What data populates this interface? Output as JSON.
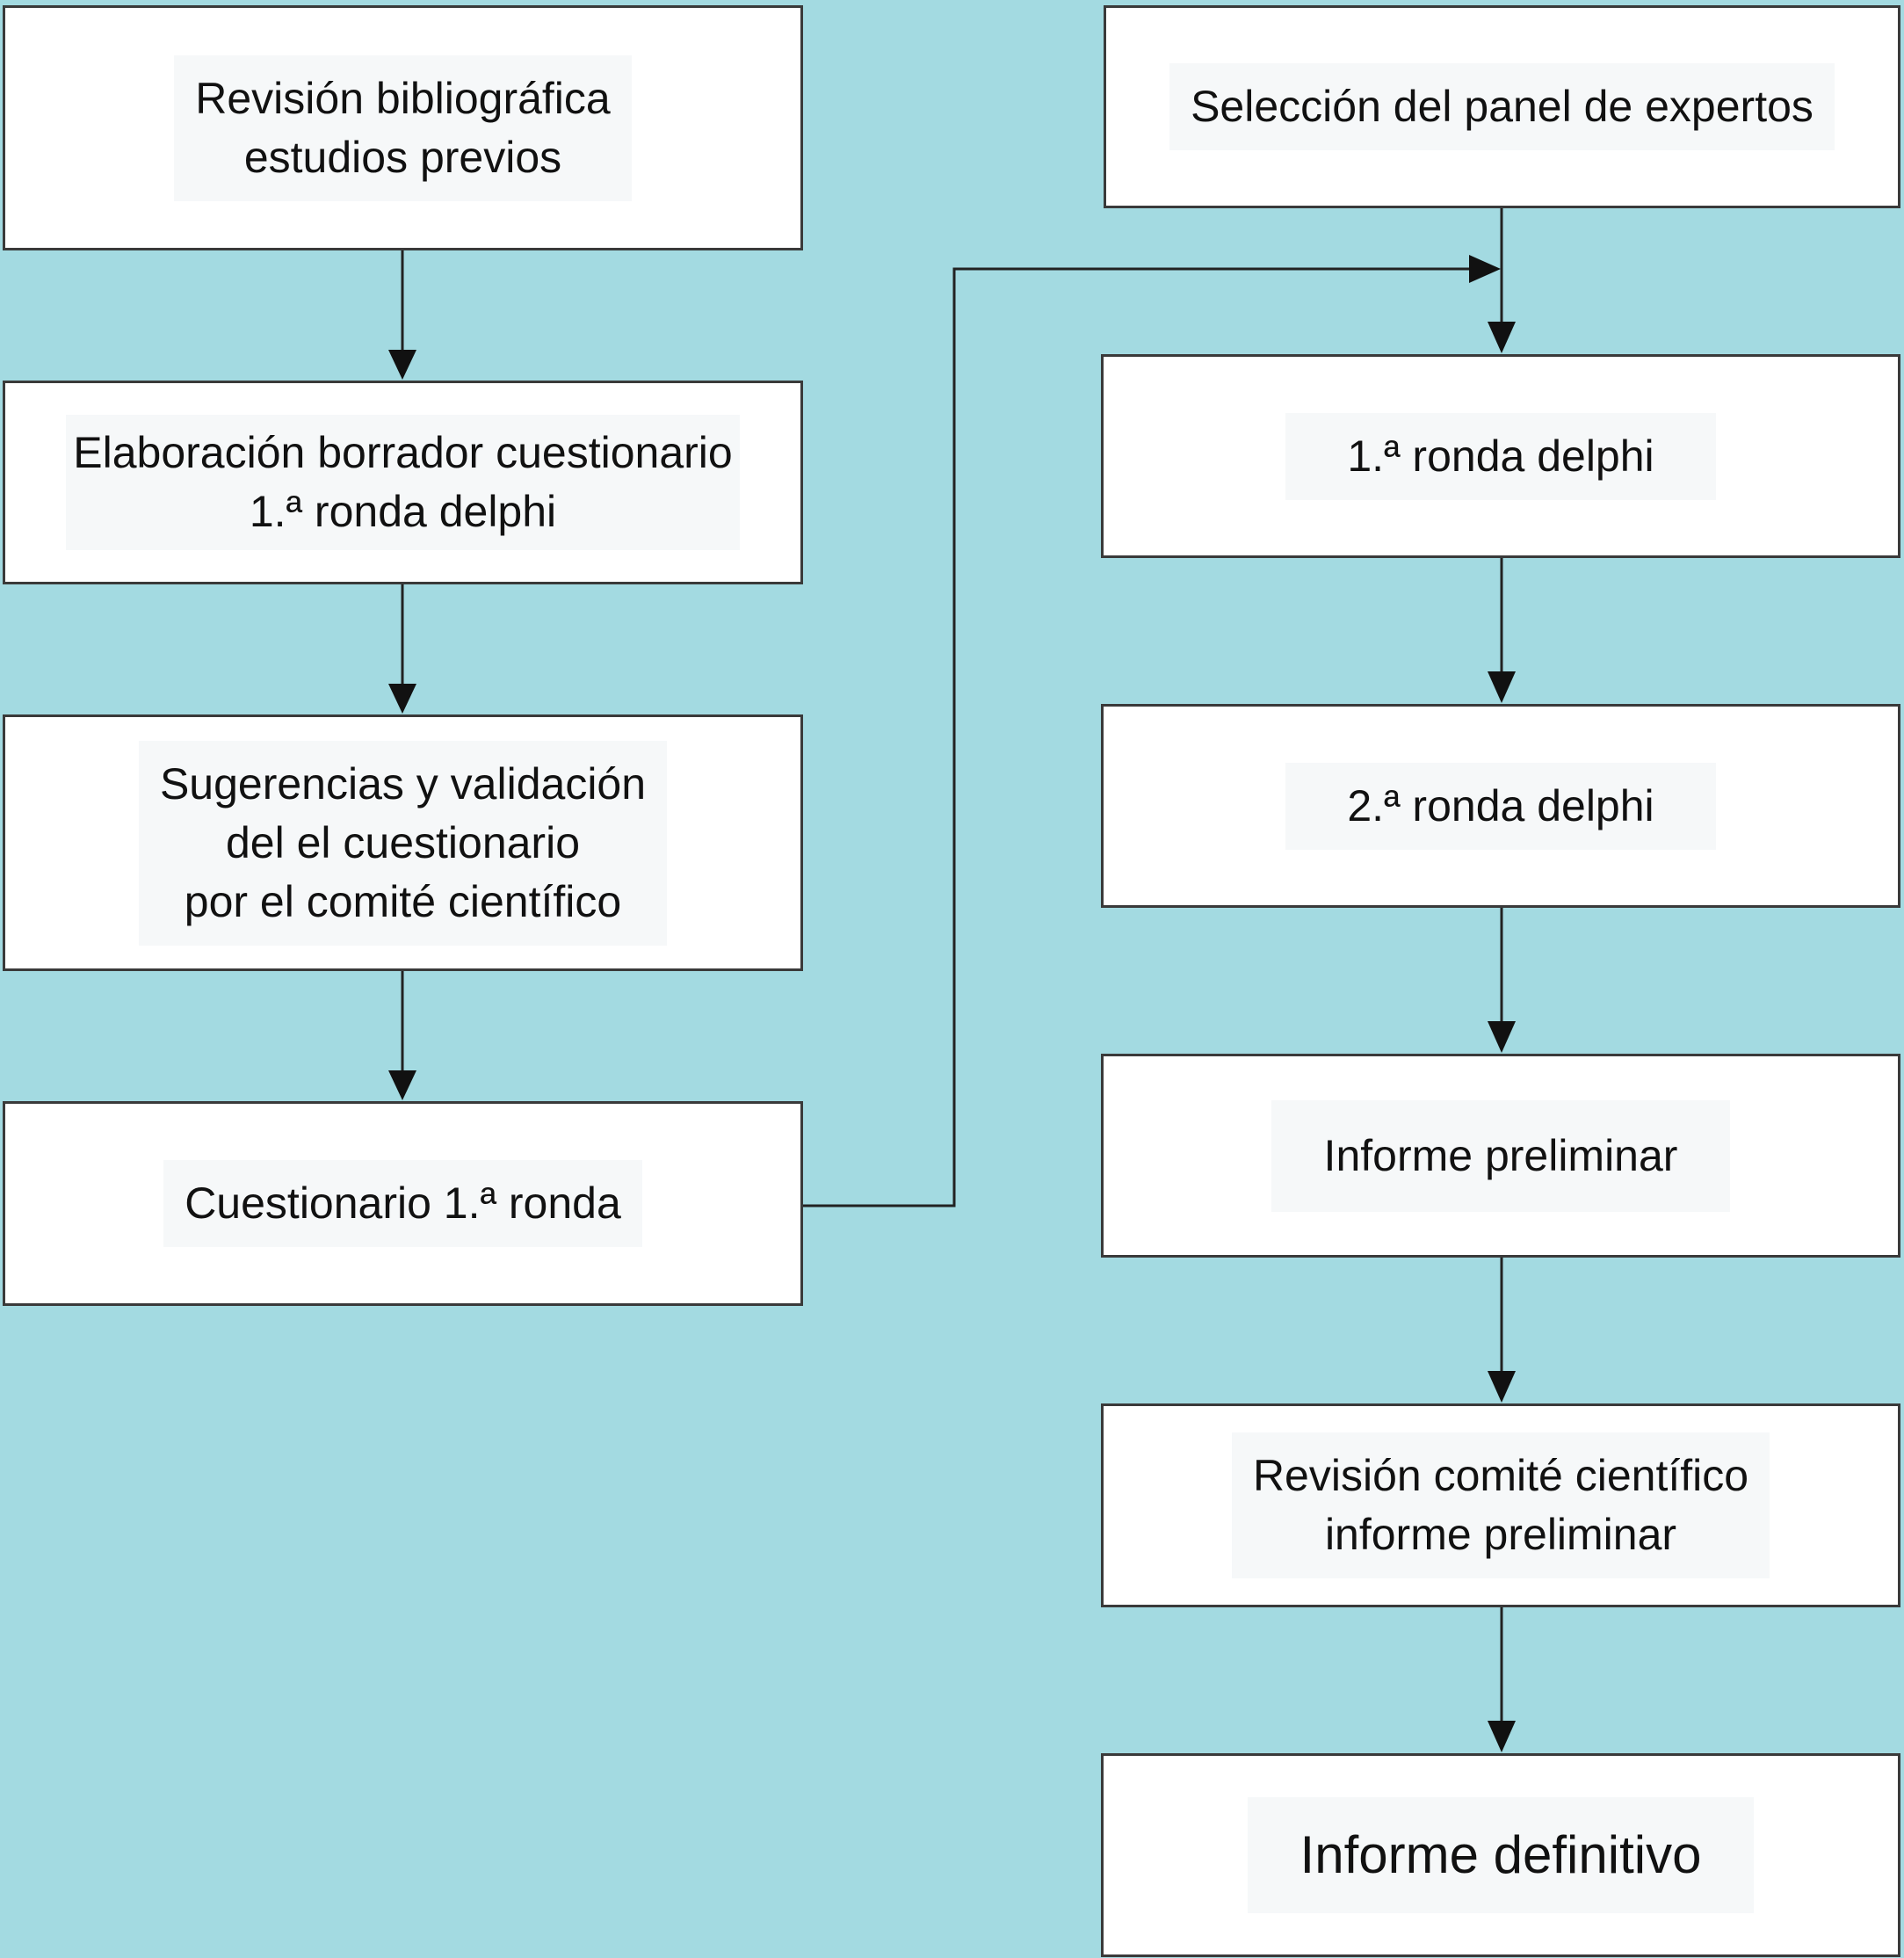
{
  "diagram": {
    "nodes": [
      {
        "id": "revision-bibliografica",
        "lines": [
          "Revisión bibliográfica",
          "estudios previos"
        ]
      },
      {
        "id": "elaboracion-borrador",
        "lines": [
          "Elaboración borrador cuestionario",
          "1.ª ronda delphi"
        ]
      },
      {
        "id": "sugerencias-validacion",
        "lines": [
          "Sugerencias y validación",
          "del el cuestionario",
          "por el comité científico"
        ]
      },
      {
        "id": "cuestionario-1-ronda",
        "lines": [
          "Cuestionario 1.ª ronda"
        ]
      },
      {
        "id": "seleccion-panel",
        "lines": [
          "Selección del panel de expertos"
        ]
      },
      {
        "id": "primera-ronda-delphi",
        "lines": [
          "1.ª ronda delphi"
        ]
      },
      {
        "id": "segunda-ronda-delphi",
        "lines": [
          "2.ª ronda delphi"
        ]
      },
      {
        "id": "informe-preliminar",
        "lines": [
          "Informe preliminar"
        ]
      },
      {
        "id": "revision-comite",
        "lines": [
          "Revisión comité científico",
          "informe preliminar"
        ]
      },
      {
        "id": "informe-definitivo",
        "lines": [
          "Informe definitivo"
        ]
      }
    ],
    "edges": [
      {
        "from": "revision-bibliografica",
        "to": "elaboracion-borrador"
      },
      {
        "from": "elaboracion-borrador",
        "to": "sugerencias-validacion"
      },
      {
        "from": "sugerencias-validacion",
        "to": "cuestionario-1-ronda"
      },
      {
        "from": "cuestionario-1-ronda",
        "to": "primera-ronda-delphi"
      },
      {
        "from": "seleccion-panel",
        "to": "primera-ronda-delphi"
      },
      {
        "from": "primera-ronda-delphi",
        "to": "segunda-ronda-delphi"
      },
      {
        "from": "segunda-ronda-delphi",
        "to": "informe-preliminar"
      },
      {
        "from": "informe-preliminar",
        "to": "revision-comite"
      },
      {
        "from": "revision-comite",
        "to": "informe-definitivo"
      }
    ]
  }
}
